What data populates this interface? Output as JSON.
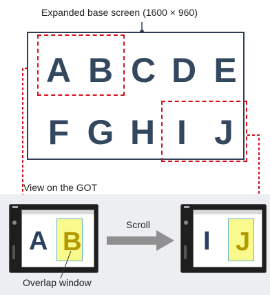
{
  "title": "Expanded base screen (1600 × 960)",
  "letters": [
    "A",
    "B",
    "C",
    "D",
    "E",
    "F",
    "G",
    "H",
    "I",
    "J"
  ],
  "view_label": "View on the GOT",
  "got_left": {
    "letter": "A",
    "overlap_letter": "B"
  },
  "got_right": {
    "letter": "I",
    "overlap_letter": "J"
  },
  "scroll_label": "Scroll",
  "overlap_label": "Overlap window",
  "colors": {
    "accent_dash": "#d4111b",
    "letters": "#33475f",
    "overlap": "#fafa8c"
  }
}
